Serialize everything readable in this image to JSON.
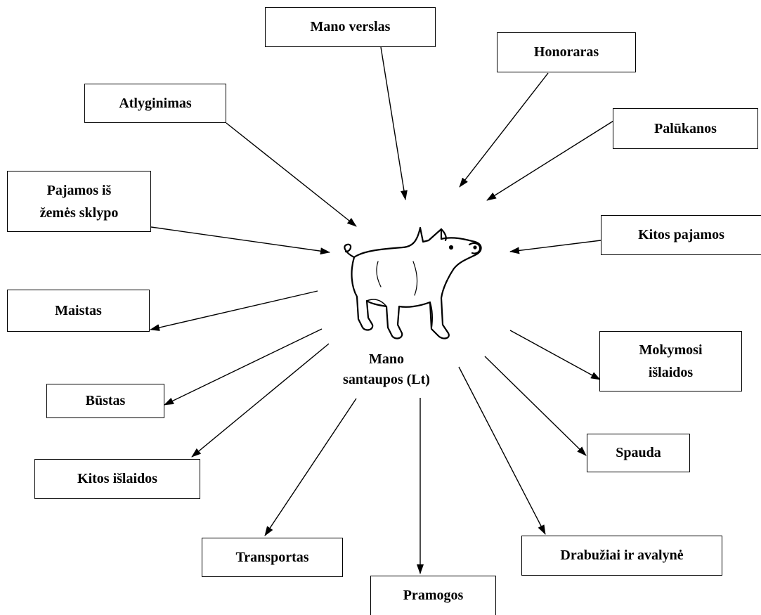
{
  "center": {
    "label": "Mano\nsantaupos (Lt)",
    "icon": "piggy-bank-icon"
  },
  "income": [
    {
      "label": "Mano verslas"
    },
    {
      "label": "Honoraras"
    },
    {
      "label": "Atlyginimas"
    },
    {
      "label": "Palūkanos"
    },
    {
      "label": "Pajamos iš\nžemės sklypo"
    },
    {
      "label": "Kitos pajamos"
    }
  ],
  "expenses": [
    {
      "label": "Maistas"
    },
    {
      "label": "Būstas"
    },
    {
      "label": "Kitos išlaidos"
    },
    {
      "label": "Transportas"
    },
    {
      "label": "Pramogos"
    },
    {
      "label": "Drabužiai ir avalynė"
    },
    {
      "label": "Spauda"
    },
    {
      "label": "Mokymosi\nišlaidos"
    }
  ]
}
